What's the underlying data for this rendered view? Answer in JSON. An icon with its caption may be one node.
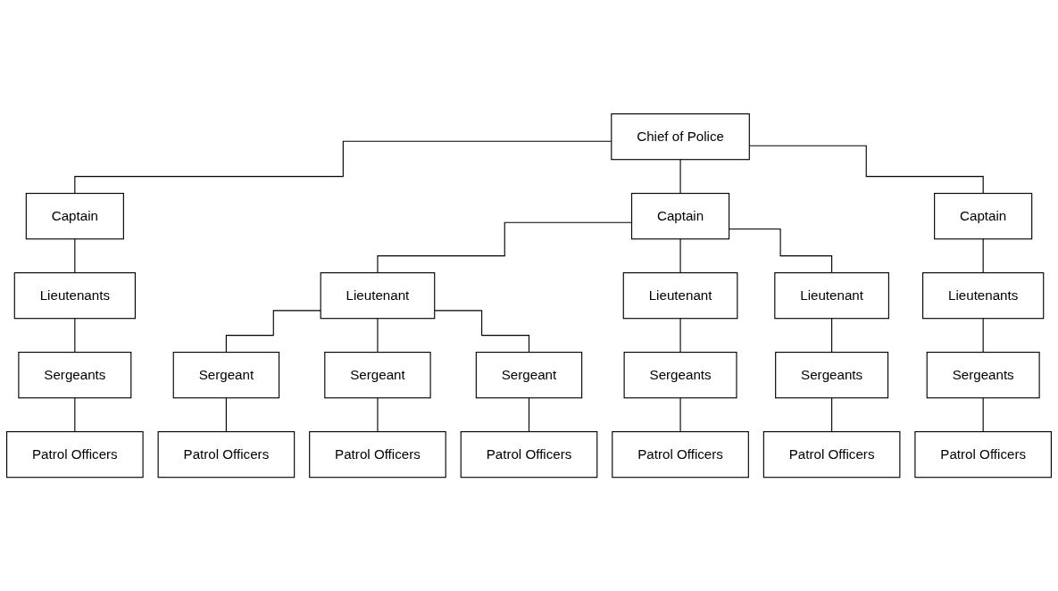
{
  "diagram": {
    "nodes": [
      {
        "text": [
          "Chief of Police"
        ]
      },
      {
        "text": [
          "Captain"
        ]
      },
      {
        "text": [
          "Lieutenants"
        ]
      },
      {
        "text": [
          "Sergeants"
        ]
      },
      {
        "text": [
          "Patrol Officers"
        ]
      },
      {
        "text": [
          "Captain"
        ]
      },
      {
        "text": [
          "Lieutenant"
        ]
      },
      {
        "text": [
          "Lieutenant"
        ]
      },
      {
        "text": [
          "Lieutenant"
        ]
      },
      {
        "text": [
          "Sergeant"
        ]
      },
      {
        "text": [
          "Sergeant"
        ]
      },
      {
        "text": [
          "Sergeant"
        ]
      },
      {
        "text": [
          "Patrol Officers"
        ]
      },
      {
        "text": [
          "Patrol Officers"
        ]
      },
      {
        "text": [
          "Patrol Officers"
        ]
      },
      {
        "text": [
          "Sergeants"
        ]
      },
      {
        "text": [
          "Patrol Officers"
        ]
      },
      {
        "text": [
          "Sergeants"
        ]
      },
      {
        "text": [
          "Patrol Officers"
        ]
      },
      {
        "text": [
          "Captain"
        ]
      },
      {
        "text": [
          "Lieutenants"
        ]
      },
      {
        "text": [
          "Sergeants"
        ]
      },
      {
        "text": [
          "Patrol Officers"
        ]
      }
    ],
    "edges": [
      {
        "from": 0,
        "to": 1,
        "arrow": "none"
      },
      {
        "from": 0,
        "to": 5,
        "arrow": "none"
      },
      {
        "from": 0,
        "to": 19,
        "arrow": "none"
      },
      {
        "from": 1,
        "to": 2,
        "arrow": "none"
      },
      {
        "from": 2,
        "to": 3,
        "arrow": "none"
      },
      {
        "from": 3,
        "to": 4,
        "arrow": "none"
      },
      {
        "from": 5,
        "to": 6,
        "arrow": "none"
      },
      {
        "from": 5,
        "to": 7,
        "arrow": "none"
      },
      {
        "from": 5,
        "to": 8,
        "arrow": "none"
      },
      {
        "from": 6,
        "to": 9,
        "arrow": "none"
      },
      {
        "from": 6,
        "to": 10,
        "arrow": "none"
      },
      {
        "from": 6,
        "to": 11,
        "arrow": "none"
      },
      {
        "from": 9,
        "to": 12,
        "arrow": "none"
      },
      {
        "from": 10,
        "to": 13,
        "arrow": "none"
      },
      {
        "from": 11,
        "to": 14,
        "arrow": "none"
      },
      {
        "from": 7,
        "to": 15,
        "arrow": "none"
      },
      {
        "from": 15,
        "to": 16,
        "arrow": "none"
      },
      {
        "from": 8,
        "to": 17,
        "arrow": "none"
      },
      {
        "from": 17,
        "to": 18,
        "arrow": "none"
      },
      {
        "from": 19,
        "to": 20,
        "arrow": "none"
      },
      {
        "from": 20,
        "to": 21,
        "arrow": "none"
      },
      {
        "from": 21,
        "to": 22,
        "arrow": "none"
      }
    ]
  }
}
